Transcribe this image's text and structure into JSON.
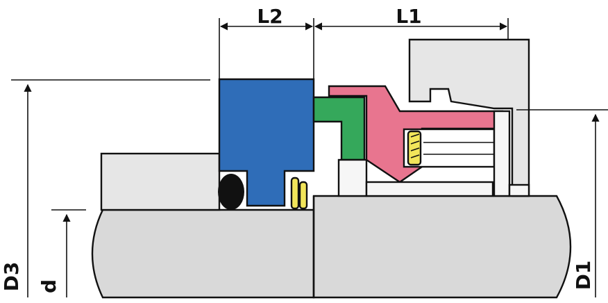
{
  "labels": {
    "L2": "L2",
    "L1": "L1",
    "D3": "D3",
    "d": "d",
    "D1": "D1"
  },
  "colors": {
    "background": "#ffffff",
    "housing_grey": "#e6e6e6",
    "shaft_grey": "#d9d9d9",
    "seat_blue": "#2f6db8",
    "face_green": "#35a85b",
    "bellows_pink": "#e8758f",
    "oring_black": "#111111",
    "spring_yellow": "#f2e55a",
    "line": "#111111"
  }
}
